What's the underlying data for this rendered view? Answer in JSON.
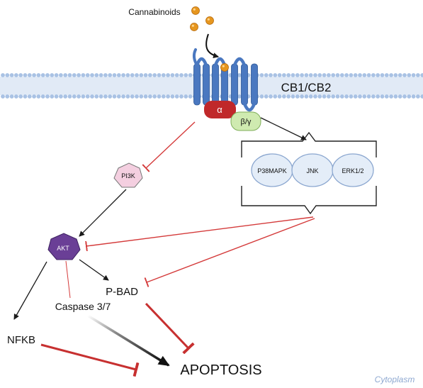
{
  "labels": {
    "ligand": "Cannabinoids",
    "receptor": "CB1/CB2",
    "g_alpha": "α",
    "g_betagamma": "β/γ",
    "pi3k": "PI3K",
    "akt": "AKT",
    "p_bad": "P-BAD",
    "caspase": "Caspase 3/7",
    "nfkb": "NFKB",
    "apoptosis": "APOPTOSIS",
    "compartment": "Cytoplasm"
  },
  "mapk_group": [
    "P38MAPK",
    "JNK",
    "ERK1/2"
  ],
  "colors": {
    "membrane_head": "#a9c2e4",
    "membrane_tail": "#c9d8ee",
    "receptor": "#4a78c0",
    "receptor_outline": "#2e5896",
    "g_alpha": "#c0282a",
    "g_betagamma": "#cfeab0",
    "pi3k": "#f4cfe0",
    "akt": "#6a3f96",
    "mapk_fill": "#e4edf8",
    "mapk_stroke": "#8aa6cf",
    "ligand": "#e6961e",
    "inhibition": "#d43a3a",
    "activation": "#1a1a1a",
    "compartment_text": "#8fa9d1"
  },
  "icons": [
    "ligand-dot",
    "gpcr-receptor",
    "membrane-bilayer"
  ]
}
